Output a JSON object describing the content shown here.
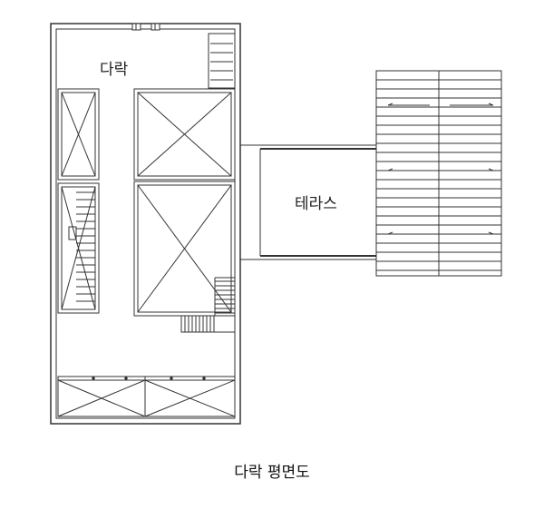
{
  "plan": {
    "labels": {
      "attic": "다락",
      "terrace": "테라스"
    },
    "caption": "다락 평면도",
    "colors": {
      "line": "#333333",
      "background": "#ffffff"
    }
  }
}
